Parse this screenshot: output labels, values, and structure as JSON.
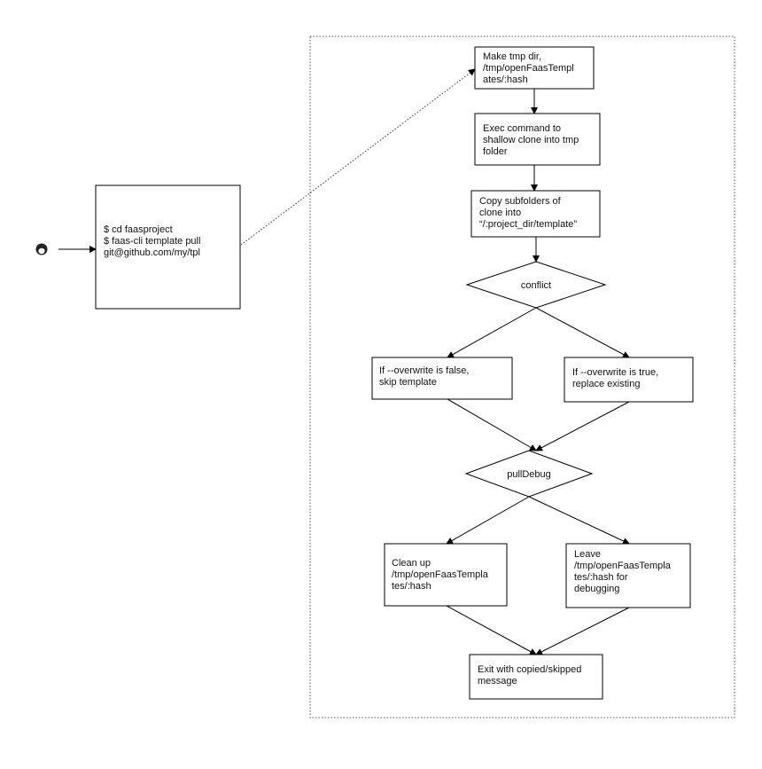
{
  "diagram": {
    "nodes": [
      {
        "id": "cli",
        "shape": "rect",
        "lines": [
          "$ cd faasproject",
          "$ faas-cli template pull",
          "git@github.com/my/tpl"
        ]
      },
      {
        "id": "mktmp",
        "shape": "rect",
        "lines": [
          "Make tmp dir,",
          "/tmp/openFaasTempl",
          "ates/:hash"
        ]
      },
      {
        "id": "clone",
        "shape": "rect",
        "lines": [
          "Exec command to",
          "shallow clone into tmp",
          "folder"
        ]
      },
      {
        "id": "copy",
        "shape": "rect",
        "lines": [
          "Copy subfolders of",
          "clone into",
          "“/:project_dir/template”"
        ]
      },
      {
        "id": "conflict",
        "shape": "diamond",
        "lines": [
          "conflict"
        ]
      },
      {
        "id": "skip",
        "shape": "rect",
        "lines": [
          "If --overwrite is false,",
          "skip template"
        ]
      },
      {
        "id": "replace",
        "shape": "rect",
        "lines": [
          "If --overwrite is true,",
          "replace existing"
        ]
      },
      {
        "id": "pulldebug",
        "shape": "diamond",
        "lines": [
          "pullDebug"
        ]
      },
      {
        "id": "cleanup",
        "shape": "rect",
        "lines": [
          "Clean up",
          "/tmp/openFaasTempla",
          "tes/:hash"
        ]
      },
      {
        "id": "leave",
        "shape": "rect",
        "lines": [
          "Leave",
          "/tmp/openFaasTempla",
          "tes/:hash for",
          "debugging"
        ]
      },
      {
        "id": "exit",
        "shape": "rect",
        "lines": [
          "Exit with copied/skipped",
          "message"
        ]
      }
    ],
    "edges": [
      {
        "from": "user",
        "to": "cli",
        "style": "solid"
      },
      {
        "from": "cli",
        "to": "mktmp",
        "style": "dotted"
      },
      {
        "from": "mktmp",
        "to": "clone",
        "style": "solid"
      },
      {
        "from": "clone",
        "to": "copy",
        "style": "solid"
      },
      {
        "from": "copy",
        "to": "conflict",
        "style": "solid"
      },
      {
        "from": "conflict",
        "to": "skip",
        "style": "solid"
      },
      {
        "from": "conflict",
        "to": "replace",
        "style": "solid"
      },
      {
        "from": "skip",
        "to": "pulldebug",
        "style": "solid"
      },
      {
        "from": "replace",
        "to": "pulldebug",
        "style": "solid"
      },
      {
        "from": "pulldebug",
        "to": "cleanup",
        "style": "solid"
      },
      {
        "from": "pulldebug",
        "to": "leave",
        "style": "solid"
      },
      {
        "from": "cleanup",
        "to": "exit",
        "style": "solid"
      },
      {
        "from": "leave",
        "to": "exit",
        "style": "solid"
      }
    ],
    "icons": {
      "user": "user-avatar-icon"
    },
    "colors": {
      "stroke": "#000000",
      "frame": "#555555",
      "background": "#ffffff"
    }
  }
}
